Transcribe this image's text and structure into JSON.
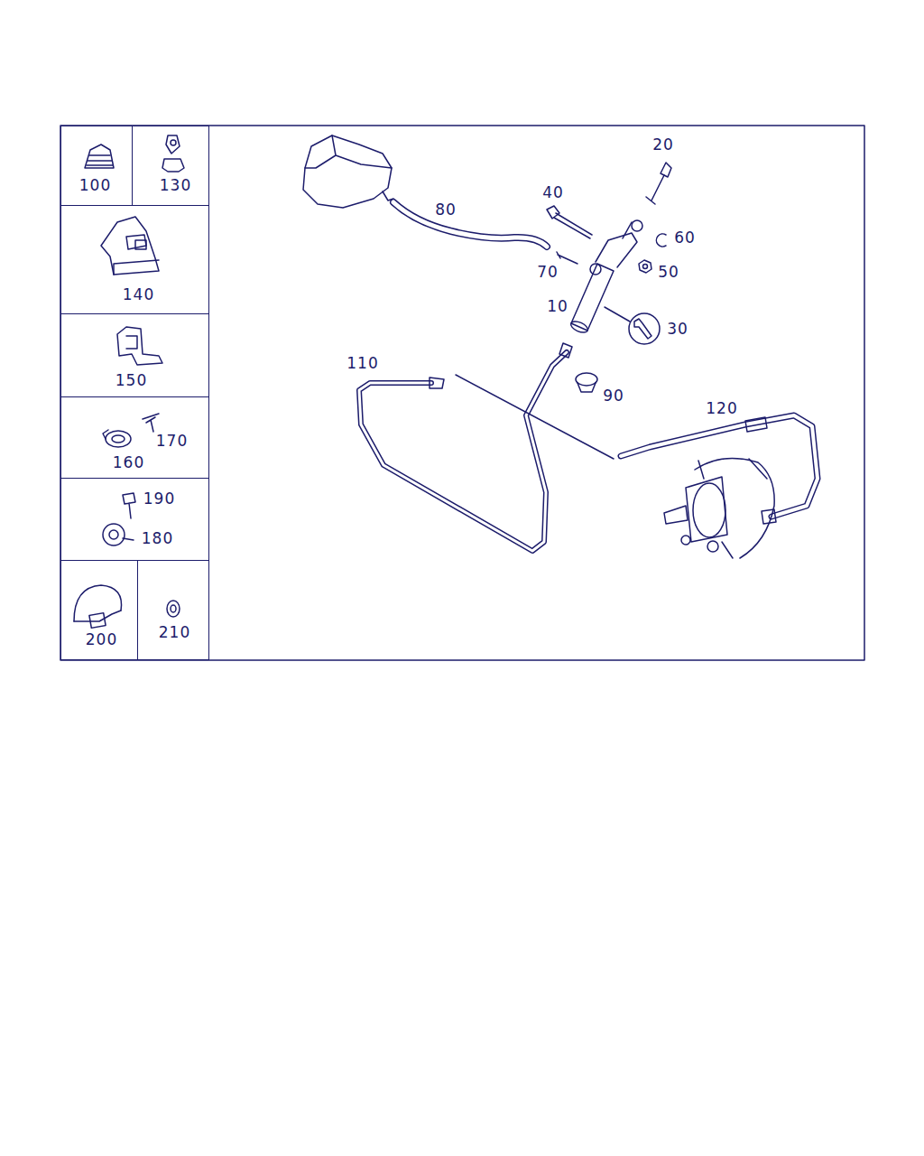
{
  "diagram": {
    "nodes": [
      {
        "text": [
          "100"
        ]
      },
      {
        "text": [
          "130"
        ]
      },
      {
        "text": [
          "140"
        ]
      },
      {
        "text": [
          "150"
        ]
      },
      {
        "text": [
          "170",
          "160"
        ]
      },
      {
        "text": [
          "190",
          "180"
        ]
      },
      {
        "text": [
          "200"
        ]
      },
      {
        "text": [
          "210"
        ]
      }
    ],
    "labels": [
      "20",
      "40",
      "80",
      "60",
      "70",
      "50",
      "10",
      "30",
      "110",
      "90",
      "120"
    ]
  }
}
